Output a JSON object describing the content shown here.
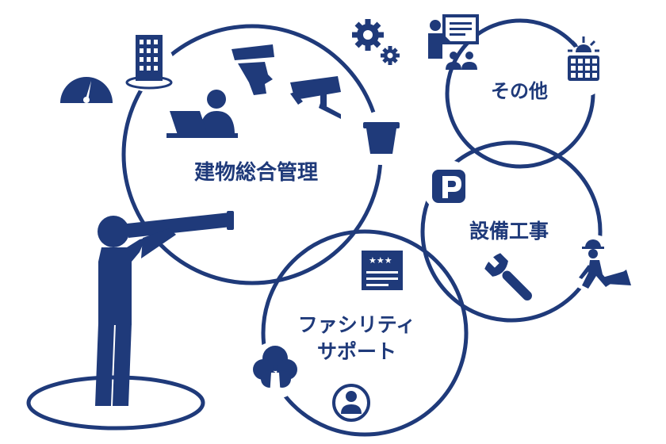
{
  "colors": {
    "navy": "#1f3a7a",
    "background": "#ffffff"
  },
  "labels": {
    "building_management": "建物総合管理",
    "other": "その他",
    "equipment_work": "設備工事",
    "facility_support_line1": "ファシリティ",
    "facility_support_line2": "サポート"
  },
  "icons": [
    "speedometer-icon",
    "office-building-icon",
    "security-guard-icon",
    "gear-icon",
    "operator-laptop-icon",
    "security-camera-icon",
    "bucket-icon",
    "presentation-icon",
    "solar-panel-icon",
    "parking-icon",
    "worker-shovel-icon",
    "wrench-icon",
    "flag-card-icon",
    "tree-icon",
    "user-avatar-icon",
    "person-telescope-icon"
  ]
}
